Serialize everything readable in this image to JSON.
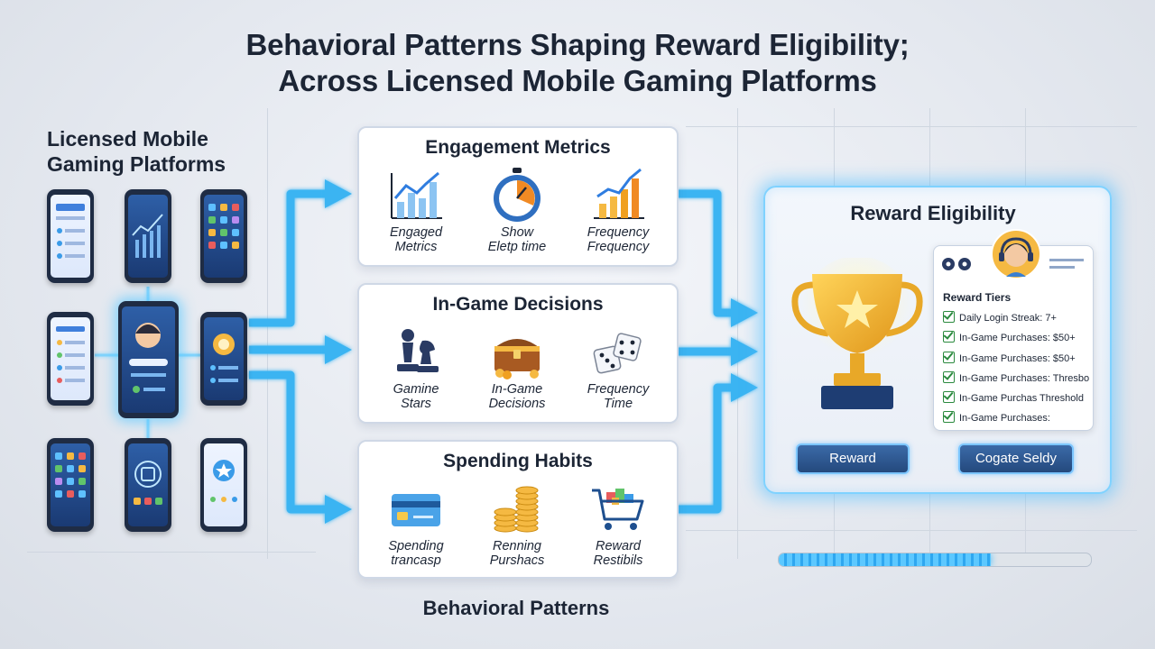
{
  "title": {
    "line1": "Behavioral Patterns Shaping Reward Eligibility;",
    "line2": "Across Licensed Mobile Gaming Platforms"
  },
  "platforms": {
    "label_line1": "Licensed Mobile",
    "label_line2": "Gaming Platforms"
  },
  "cards": [
    {
      "title": "Engagement Metrics",
      "items": [
        {
          "icon": "line-chart-icon",
          "line1": "Engaged",
          "line2": "Metrics"
        },
        {
          "icon": "stopwatch-icon",
          "line1": "Show",
          "line2": "Eletp time"
        },
        {
          "icon": "bar-chart-icon",
          "line1": "Frequency",
          "line2": "Frequency"
        }
      ]
    },
    {
      "title": "In-Game Decisions",
      "items": [
        {
          "icon": "chess-pieces-icon",
          "line1": "Gamine",
          "line2": "Stars"
        },
        {
          "icon": "treasure-chest-icon",
          "line1": "In-Game",
          "line2": "Decisions"
        },
        {
          "icon": "dice-icon",
          "line1": "Frequency",
          "line2": "Time"
        }
      ]
    },
    {
      "title": "Spending Habits",
      "items": [
        {
          "icon": "credit-card-icon",
          "line1": "Spending",
          "line2": "trancasp"
        },
        {
          "icon": "coin-stack-icon",
          "line1": "Renning",
          "line2": "Purshacs"
        },
        {
          "icon": "shopping-cart-icon",
          "line1": "Reward",
          "line2": "Restibils"
        }
      ]
    }
  ],
  "reward": {
    "title": "Reward Eligibility",
    "tiers_title": "Reward Tiers",
    "tiers": [
      "Daily Login Streak: 7+",
      "In-Game Purchases: $50+",
      "In-Game Purchases: $50+",
      "In-Game Purchases: Thresbo",
      "In-Game Purchas Threshold",
      "In-Game Purchases:"
    ],
    "button_left": "Reward",
    "button_right": "Cogate Seldy",
    "progress": 0.68
  },
  "footer_label": "Behavioral Patterns",
  "colors": {
    "accent": "#3ab4f2",
    "glow": "#7fd2ff",
    "button": "#2b5590",
    "text": "#1c2535",
    "trophy": "#f2b01e"
  }
}
